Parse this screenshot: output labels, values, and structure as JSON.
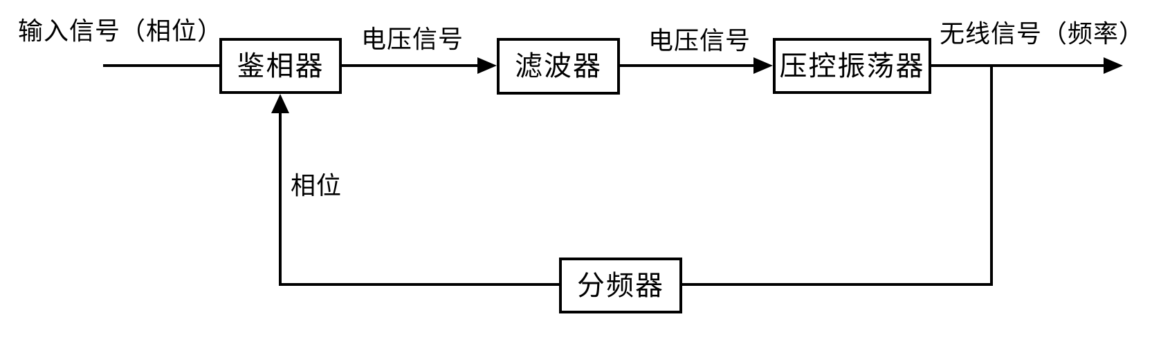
{
  "blocks": [
    {
      "id": "phase-detector",
      "label": "鉴相器"
    },
    {
      "id": "filter",
      "label": "滤波器"
    },
    {
      "id": "vco",
      "label": "压控振荡器"
    },
    {
      "id": "frequency-divider",
      "label": "分频器"
    }
  ],
  "edge_labels": {
    "input": "输入信号（相位）",
    "voltage_1": "电压信号",
    "voltage_2": "电压信号",
    "output": "无线信号（频率）",
    "feedback_phase": "相位"
  },
  "flow": {
    "forward_path": [
      "鉴相器",
      "滤波器",
      "压控振荡器"
    ],
    "feedback_path": [
      "分频器"
    ]
  },
  "colors": {
    "line": "#000000",
    "text": "#000000",
    "background": "#ffffff"
  }
}
